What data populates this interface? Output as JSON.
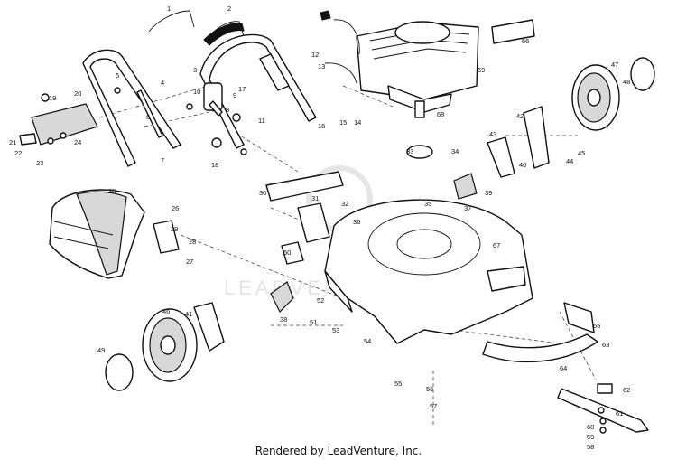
{
  "diagram": {
    "labels": [
      "1",
      "2",
      "3",
      "4",
      "5",
      "6",
      "7",
      "8",
      "9",
      "10",
      "11",
      "12",
      "13",
      "14",
      "15",
      "16",
      "17",
      "18",
      "19",
      "20",
      "21",
      "22",
      "23",
      "24",
      "25",
      "26",
      "27",
      "28",
      "29",
      "30",
      "31",
      "32",
      "33",
      "34",
      "35",
      "36",
      "37",
      "38",
      "39",
      "40",
      "41",
      "42",
      "43",
      "44",
      "45",
      "46",
      "47",
      "48",
      "49",
      "50",
      "51",
      "52",
      "53",
      "54",
      "55",
      "56",
      "57",
      "58",
      "59",
      "60",
      "61",
      "62",
      "63",
      "64",
      "65",
      "66",
      "67",
      "68",
      "69"
    ],
    "tag_label": "66",
    "watermark": "LEADVENTURE"
  },
  "footer": {
    "text": "Rendered by LeadVenture, Inc."
  }
}
